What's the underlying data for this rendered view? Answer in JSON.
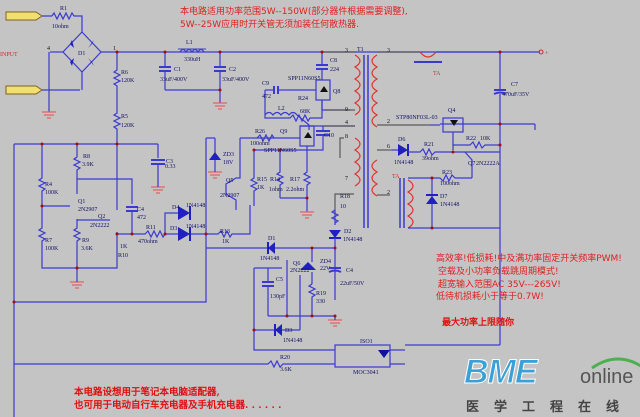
{
  "notes": {
    "top_line1": "本电路适用功率范围5W--150W(部分器件根据需要调整),",
    "top_line2": "5W--25W应用时开关管无须加装任何散热器.",
    "features": [
      "高效率!低损耗!中及满功率固定开关频率PWM!",
      "空载及小功率负载跳周期模式!",
      "超宽输入范围AC 35V---265V!",
      "低待机损耗小于等于0.7W!"
    ],
    "max_power": "最大功率上限随你",
    "bottom_line1": "本电路设想用于笔记本电脑适配器,",
    "bottom_line2": "也可用于电动自行车充电器及手机充电器. . . . . ."
  },
  "input_label": "INPUT",
  "components": {
    "R1": {
      "ref": "R1",
      "value": "10ohm"
    },
    "D1": {
      "ref": "D1"
    },
    "L1": {
      "ref": "L1",
      "value": "330uH"
    },
    "C1": {
      "ref": "C1",
      "value": "33uF/400V"
    },
    "C2": {
      "ref": "C2",
      "value": "33uF/400V"
    },
    "R6": {
      "ref": "R6",
      "value": "120K"
    },
    "R5": {
      "ref": "R5",
      "value": "120K"
    },
    "C8": {
      "ref": "C8",
      "value": "224"
    },
    "C9": {
      "ref": "C9",
      "value": "472"
    },
    "R24": {
      "ref": "R24",
      "value": "68K"
    },
    "L2": {
      "ref": "L2"
    },
    "Q8": {
      "ref": "Q8",
      "value": "SPP11N60S5"
    },
    "Q9": {
      "ref": "Q9",
      "value": "SPP11N60S5"
    },
    "R26": {
      "ref": "R26",
      "value": "100ohm"
    },
    "C10": {
      "ref": "C10"
    },
    "ZD3": {
      "ref": "ZD3",
      "value": "18V"
    },
    "Q5": {
      "ref": "Q5",
      "value": "2N2907"
    },
    "R15": {
      "ref": "R15",
      "value": "1K"
    },
    "R14": {
      "ref": "R14",
      "value": "1ohm"
    },
    "R17": {
      "ref": "R17",
      "value": "2.2ohm"
    },
    "C3": {
      "ref": "C3",
      "value": "0.33"
    },
    "R8": {
      "ref": "R8",
      "value": "3.9K"
    },
    "R4": {
      "ref": "R4",
      "value": "100K"
    },
    "Q1": {
      "ref": "Q1",
      "value": "2N2907"
    },
    "R7": {
      "ref": "R7",
      "value": "100K"
    },
    "R9": {
      "ref": "R9",
      "value": "3.6K"
    },
    "Q2": {
      "ref": "Q2",
      "value": "2N2222"
    },
    "R10": {
      "ref": "R10",
      "value": "1K"
    },
    "C4": {
      "ref": "C4",
      "value": "472"
    },
    "R11": {
      "ref": "R11",
      "value": "470ohm"
    },
    "D4": {
      "ref": "D4",
      "value": "1N4148"
    },
    "D5": {
      "ref": "D3",
      "value": "1N4148"
    },
    "R13": {
      "ref": "R13",
      "value": "1K"
    },
    "T1": {
      "ref": "T1"
    },
    "TA": {
      "ref": "TA"
    },
    "R18": {
      "ref": "R18",
      "value": "10"
    },
    "D2": {
      "ref": "D2",
      "value": "1N4148"
    },
    "D1b": {
      "ref": "D1",
      "value": "1N4148"
    },
    "Q6": {
      "ref": "Q6",
      "value": "2N2222"
    },
    "C5": {
      "ref": "C5",
      "value": "130pF"
    },
    "ZD4": {
      "ref": "ZD4",
      "value": "22V"
    },
    "C4b": {
      "ref": "C4",
      "value": "22uF/50V"
    },
    "R19": {
      "ref": "R19",
      "value": "330"
    },
    "D3": {
      "ref": "D3",
      "value": "1N4148"
    },
    "R20": {
      "ref": "R20",
      "value": "3.6K"
    },
    "ISO1": {
      "ref": "ISO1",
      "value": "MOC3041"
    },
    "Q4": {
      "ref": "Q4",
      "value": "STP80NF03L-03"
    },
    "C7": {
      "ref": "C7",
      "value": "470uF/35V"
    },
    "D6": {
      "ref": "D6",
      "value": "1N4148"
    },
    "R21": {
      "ref": "R21",
      "value": "39ohm"
    },
    "R22": {
      "ref": "R22",
      "value": "10K"
    },
    "Q7": {
      "ref": "Q7",
      "value": "2N2222A"
    },
    "R23": {
      "ref": "R23",
      "value": "100ohm"
    },
    "D7": {
      "ref": "D7",
      "value": "1N4148"
    }
  },
  "pins": {
    "p4": "4",
    "p1": "1",
    "p3": "3",
    "p9": "9",
    "p4b": "4",
    "p8": "8",
    "p7": "7",
    "p3s": "3",
    "p2": "2",
    "p6": "6",
    "p2b": "2"
  },
  "output": {
    "plus": "+"
  },
  "logo": {
    "brand": "BME",
    "suffix": "online",
    "subtitle": "医学工程在线",
    "brand_color": "#3aa0d8",
    "arc_color": "#4caf50"
  }
}
